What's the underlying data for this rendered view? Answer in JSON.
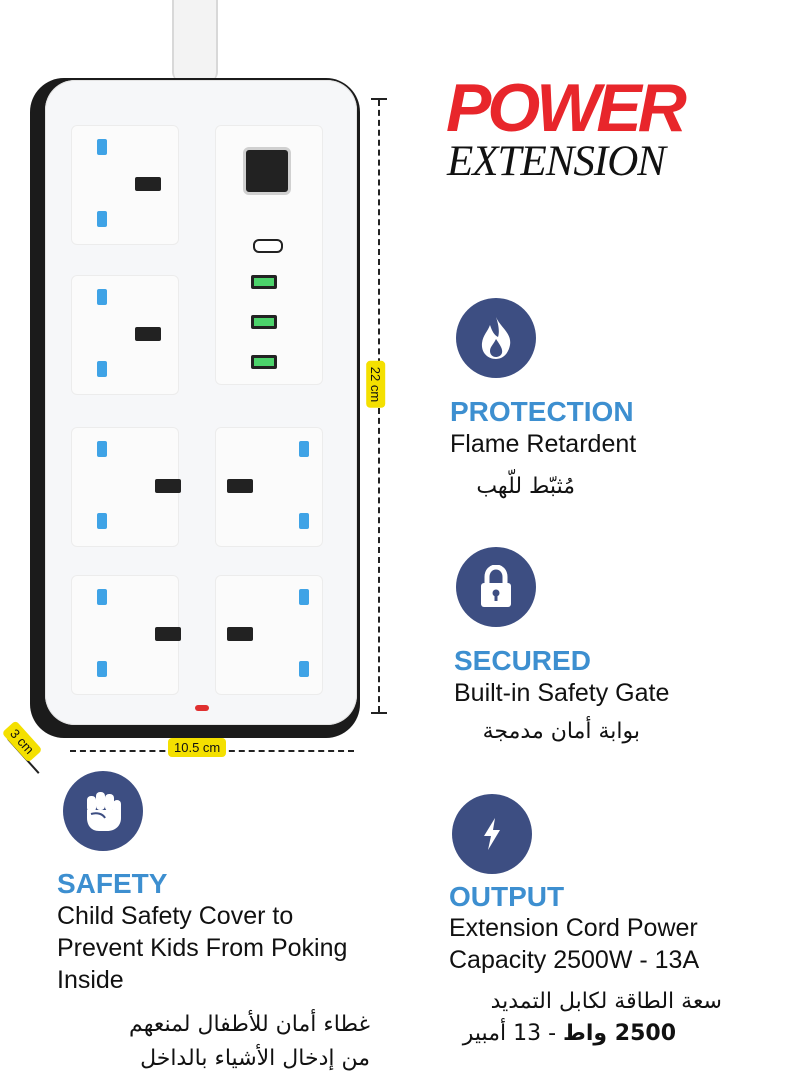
{
  "title": {
    "line1": "POWER",
    "line2": "EXTENSION"
  },
  "dimensions": {
    "height": "22 cm",
    "width": "10.5 cm",
    "depth": "3 cm"
  },
  "features": {
    "protection": {
      "heading": "PROTECTION",
      "text": "Flame Retardent",
      "arabic": "مُثبّط للّهب",
      "icon": "flame-icon"
    },
    "secured": {
      "heading": "SECURED",
      "text": "Built-in Safety Gate",
      "arabic": "بوابة أمان مدمجة",
      "icon": "lock-icon"
    },
    "output": {
      "heading": "OUTPUT",
      "text_line1": "Extension Cord Power",
      "text_line2": "Capacity 2500W - 13A",
      "arabic_line1": "سعة الطاقة لكابل التمديد",
      "arabic_line2_bold": "2500 واط",
      "arabic_line2_rest": " - 13 أمبير",
      "icon": "bolt-icon"
    },
    "safety": {
      "heading": "SAFETY",
      "text_line1": "Child Safety Cover to",
      "text_line2": "Prevent Kids From Poking",
      "text_line3": "Inside",
      "arabic_line1": "غطاء أمان للأطفال لمنعهم",
      "arabic_line2": "من إدخال الأشياء بالداخل",
      "icon": "fist-icon"
    }
  },
  "colors": {
    "brand_red": "#e8262b",
    "badge_navy": "#3d4e82",
    "heading_blue": "#3d8fd0",
    "dim_yellow": "#f4e000"
  }
}
